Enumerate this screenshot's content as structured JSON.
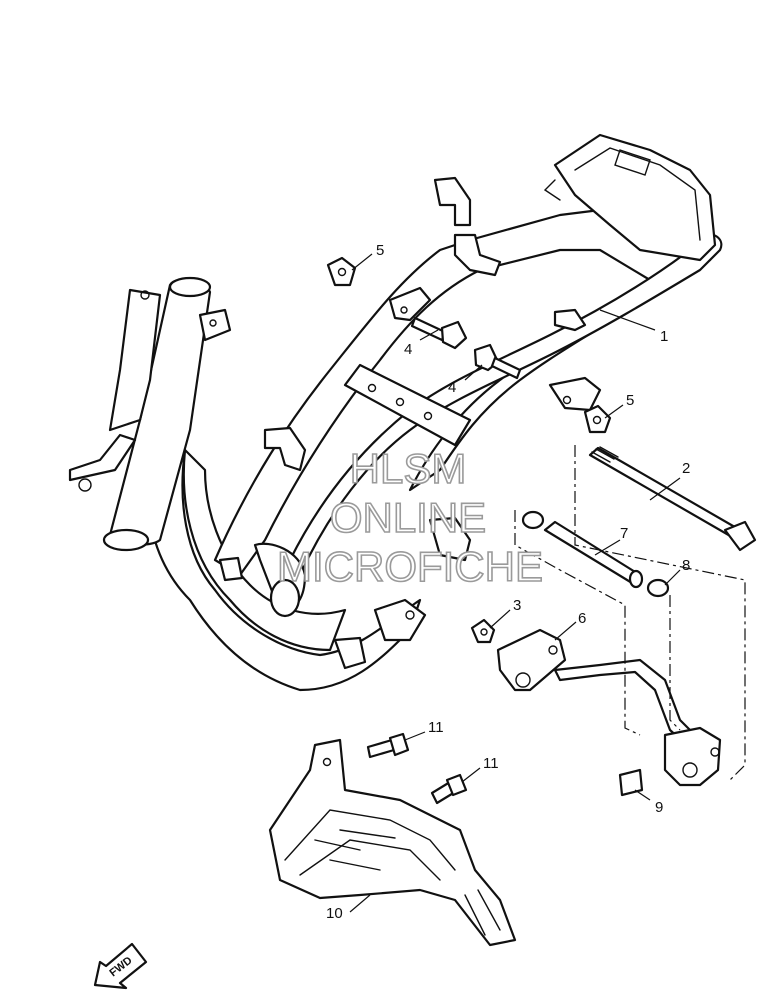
{
  "watermark": {
    "line1": "HLSM",
    "line2": "ONLINE",
    "line3": "MICROFICHE"
  },
  "direction_label": "FWD",
  "callouts": {
    "c1": "1",
    "c2": "2",
    "c3": "3",
    "c4a": "4",
    "c4b": "4",
    "c5a": "5",
    "c5b": "5",
    "c6": "6",
    "c7": "7",
    "c8": "8",
    "c9": "9",
    "c10": "10",
    "c11a": "11",
    "c11b": "11"
  }
}
